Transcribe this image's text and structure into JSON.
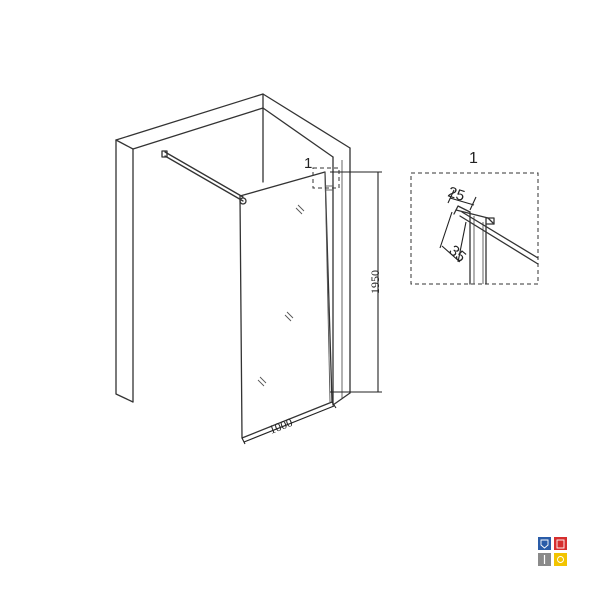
{
  "diagram": {
    "callout_label": "1",
    "detail_title": "1",
    "width_label": "1000",
    "height_label": "1950",
    "detail_dim_top": "25",
    "detail_dim_side": "35"
  },
  "colors": {
    "badge_blue": "#2a5ca8",
    "badge_red": "#d62e2e",
    "badge_gray": "#8a8a8a",
    "badge_yellow": "#f2c400"
  }
}
